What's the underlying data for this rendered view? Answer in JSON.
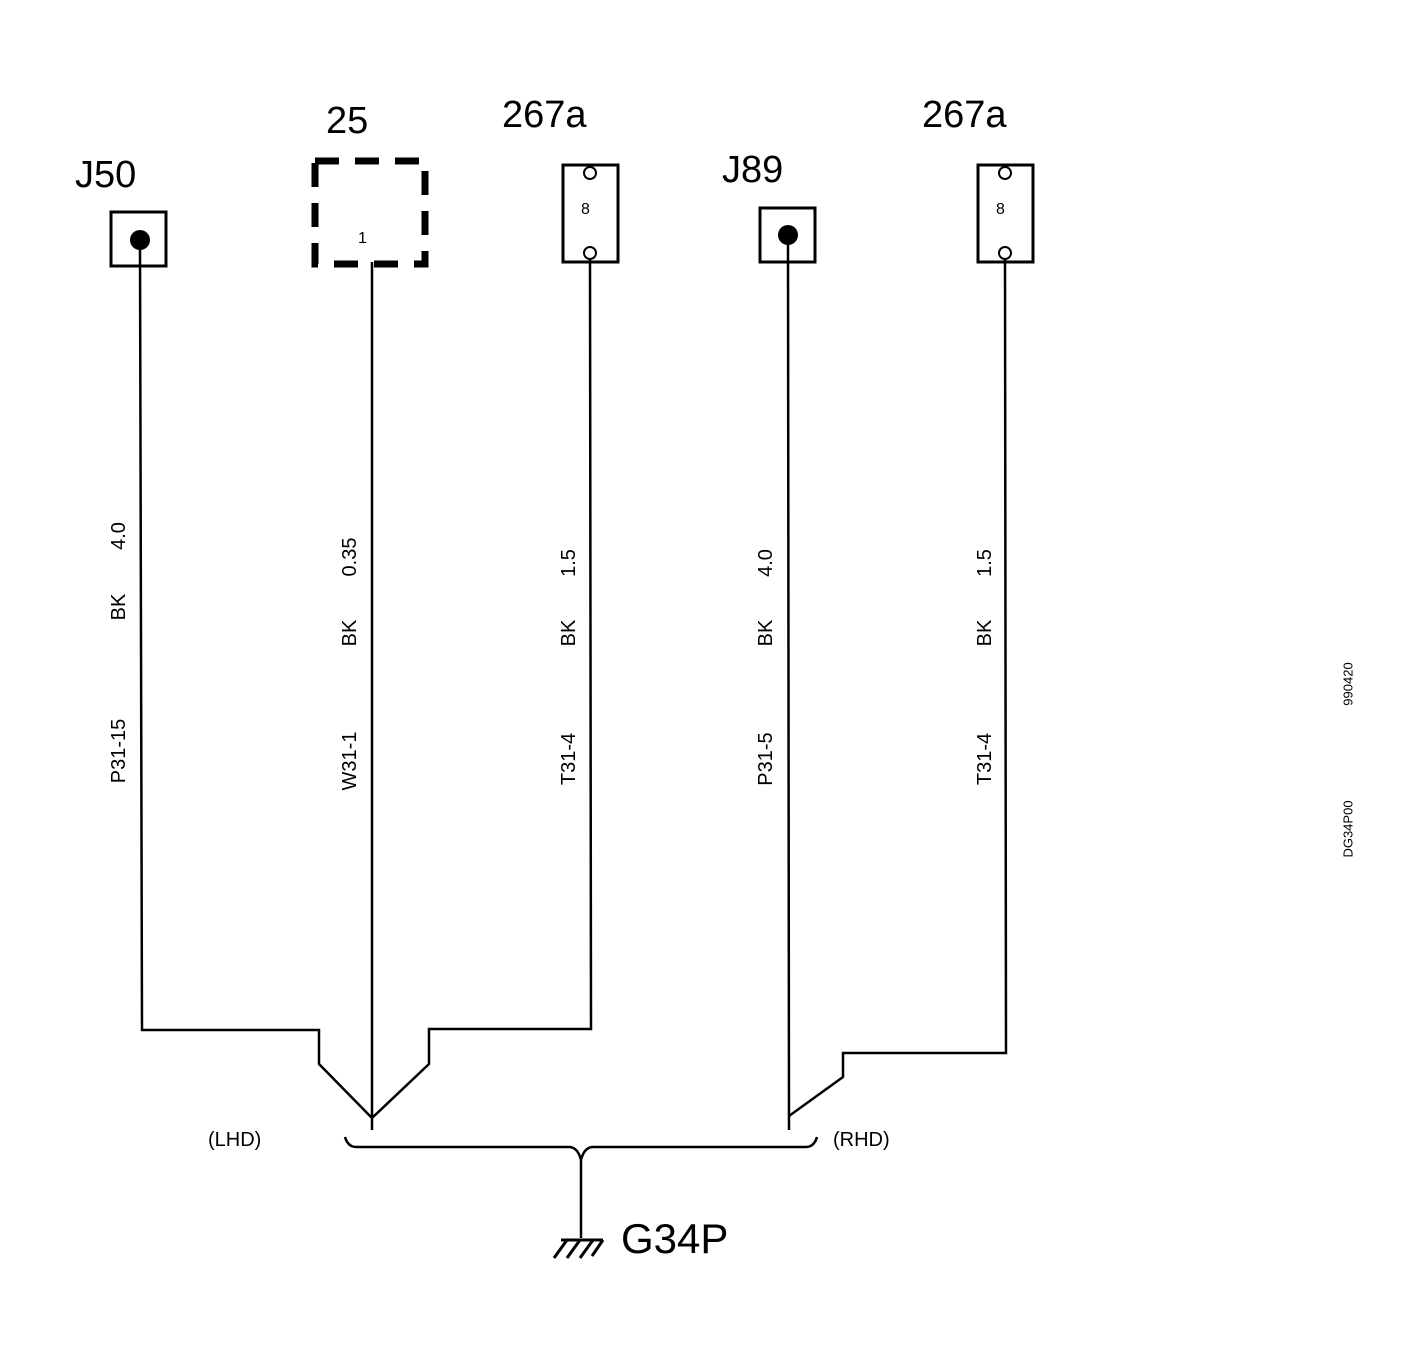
{
  "components": {
    "j50": {
      "label": "J50"
    },
    "c25": {
      "label": "25",
      "pin": "1"
    },
    "c267a_left": {
      "label": "267a",
      "pin": "8"
    },
    "j89": {
      "label": "J89"
    },
    "c267a_right": {
      "label": "267a",
      "pin": "8"
    }
  },
  "wires": [
    {
      "size": "4.0",
      "color": "BK",
      "id": "P31-15"
    },
    {
      "size": "0.35",
      "color": "BK",
      "id": "W31-1"
    },
    {
      "size": "1.5",
      "color": "BK",
      "id": "T31-4"
    },
    {
      "size": "4.0",
      "color": "BK",
      "id": "P31-5"
    },
    {
      "size": "1.5",
      "color": "BK",
      "id": "T31-4"
    }
  ],
  "variants": {
    "left": "(LHD)",
    "right": "(RHD)"
  },
  "ground": {
    "label": "G34P"
  },
  "side_codes": {
    "date": "990420",
    "code": "DG34P00"
  }
}
